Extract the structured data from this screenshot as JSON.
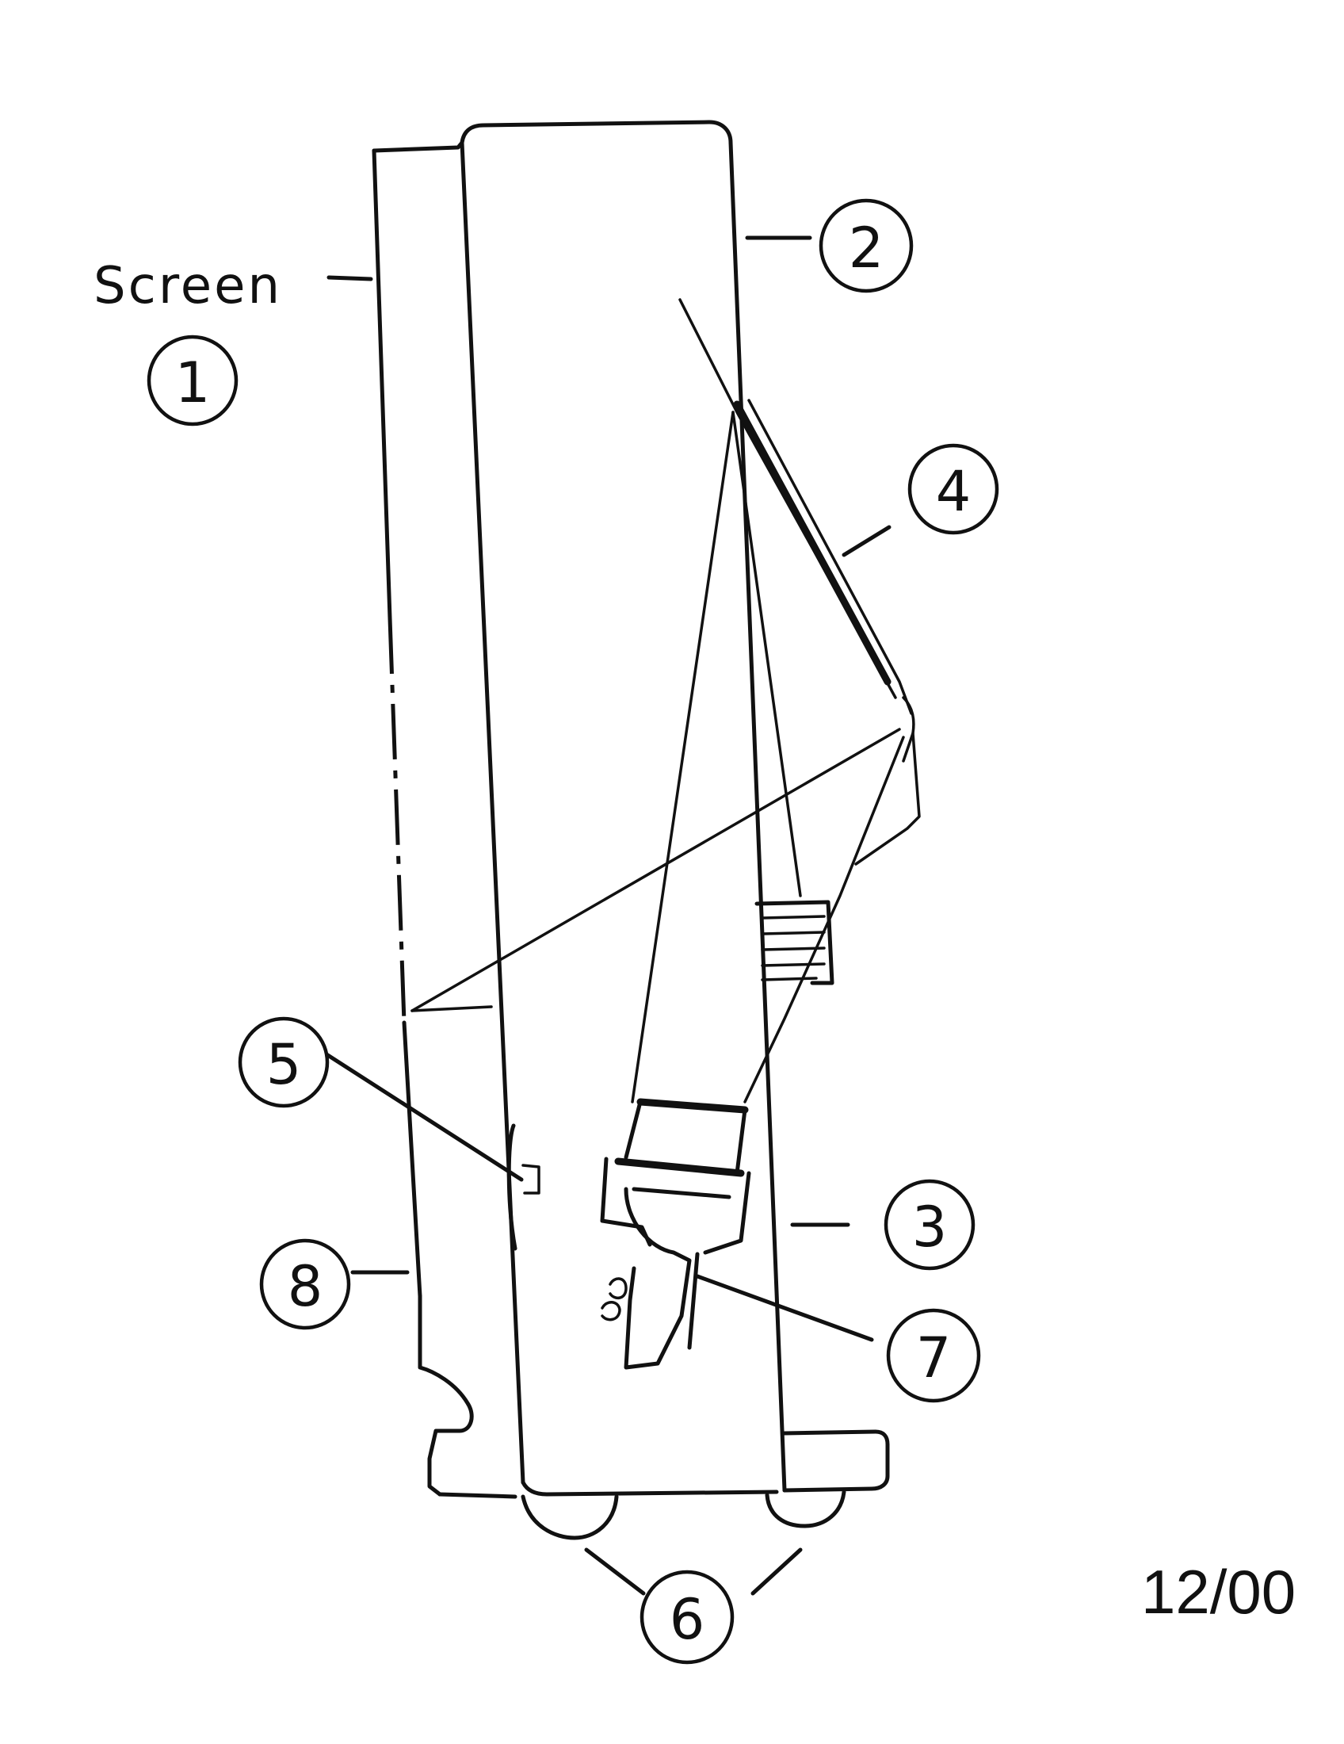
{
  "labels": {
    "screen": "Screen",
    "date": "12/00"
  },
  "callouts": [
    "1",
    "2",
    "3",
    "4",
    "5",
    "6",
    "7",
    "8"
  ]
}
